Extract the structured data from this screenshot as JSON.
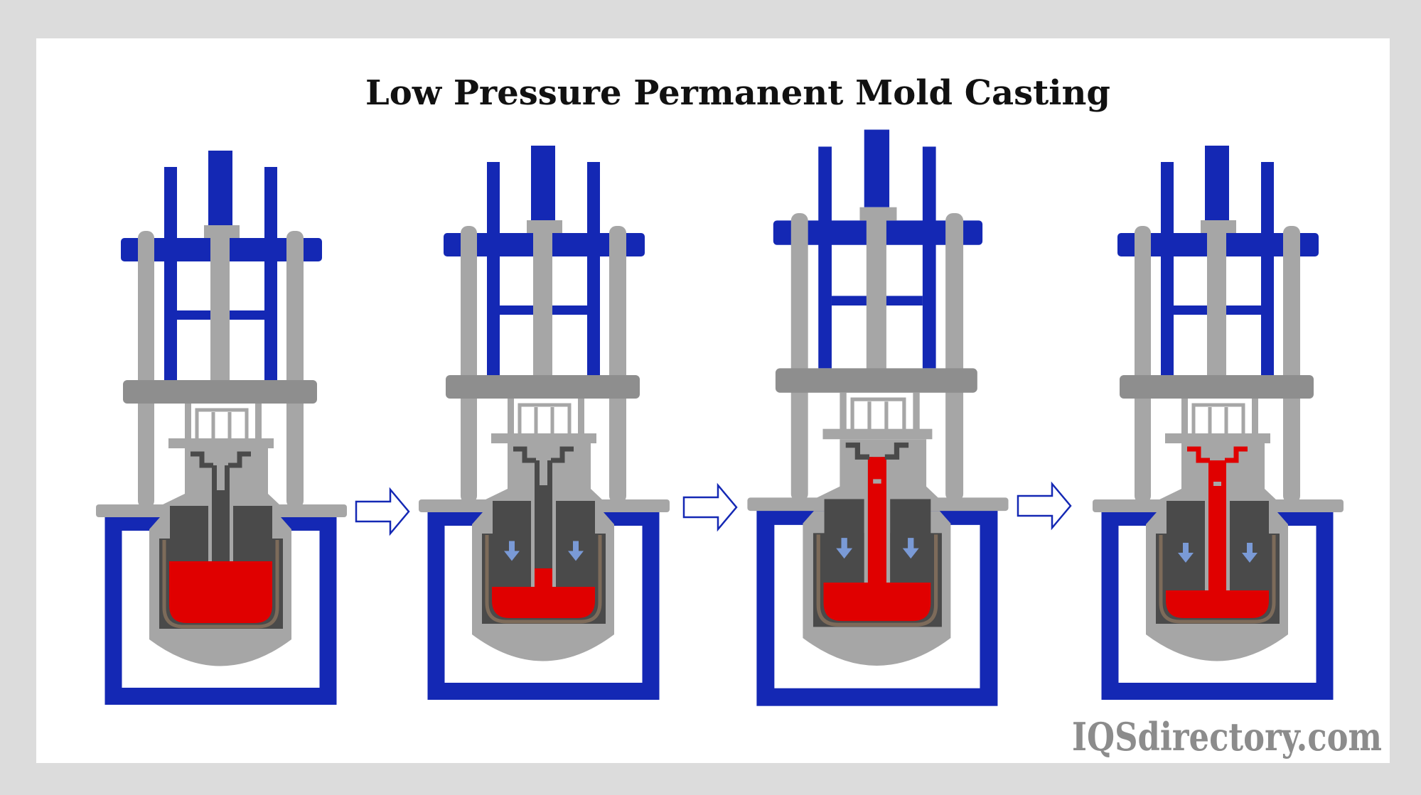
{
  "title": "Low Pressure Permanent Mold Casting",
  "watermark": "IQSdirectory.com",
  "colors": {
    "frame_blue": "#1428b4",
    "steel_gray": "#a6a6a6",
    "platen_gray": "#8e8e8e",
    "mold_dark": "#4a4a4a",
    "molten_metal": "#e00000",
    "liner_brown": "#7d6b5a",
    "pressure_arrow": "#7a9ad6",
    "border_gray": "#dcdcdc"
  },
  "stages": [
    {
      "step": 1,
      "pressure_arrows": false,
      "metal_rising_in_stalk": "none",
      "cavity_filled": false
    },
    {
      "step": 2,
      "pressure_arrows": true,
      "metal_rising_in_stalk": "partial",
      "cavity_filled": false
    },
    {
      "step": 3,
      "pressure_arrows": true,
      "metal_rising_in_stalk": "full",
      "cavity_filled": false
    },
    {
      "step": 4,
      "pressure_arrows": true,
      "metal_rising_in_stalk": "full",
      "cavity_filled": true
    }
  ],
  "flow_arrows": [
    {
      "from": 1,
      "to": 2,
      "icon": "right-arrow-outline"
    },
    {
      "from": 2,
      "to": 3,
      "icon": "right-arrow-outline"
    },
    {
      "from": 3,
      "to": 4,
      "icon": "right-arrow-outline"
    }
  ]
}
